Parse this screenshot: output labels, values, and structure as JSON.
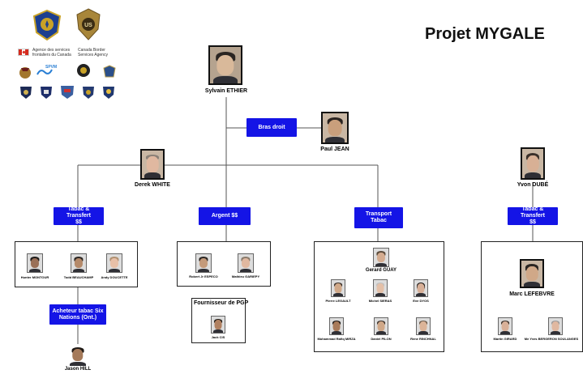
{
  "title": "Projet MYGALE",
  "agencies": {
    "cbsa_fr": "Agence des services frontaliers du Canada",
    "cbsa_en": "Canada Border Services Agency",
    "spvm": "SPVM"
  },
  "people": {
    "boss": "Sylvain ETHIER",
    "right_hand": "Paul JEAN",
    "derek": "Derek WHITE",
    "yvon": "Yvon DUBÉ",
    "jason": "Jason HILL",
    "gerard": "Gerard GUAY",
    "marc": "Marc LEFEBVRE"
  },
  "labels": {
    "bras_droit": "Bras droit",
    "tabac_transfert_1": "Tabac & Transfert $$",
    "argent": "Argent $$",
    "transport_tabac": "Transport Tabac",
    "tabac_transfert_2": "Tabac & Transfert $$",
    "acheteur": "Acheteur tabac Six Nations (Ont.)"
  },
  "groups": {
    "group1": [
      "Hunter MONTOUR",
      "Todd BEAUCHAMP",
      "Andy DOUCETTE"
    ],
    "group2": [
      "Robert Jr ESPECO",
      "Mathieu GARIEPY"
    ],
    "fournisseur_title": "Fournisseur de PGP",
    "fournisseur": [
      "Jack CIS"
    ],
    "group3_row1": [
      "Pierre LEGAULT",
      "Michel SIERAS",
      "Eve DYOS"
    ],
    "group3_row2": [
      "Mohammad Rafiq MIRZA",
      "Daniel PILON",
      "Rene RINCHNAL"
    ],
    "group4": [
      "Martin GIRARD",
      "Me Yves BERGERON SOULANGES"
    ]
  },
  "colors": {
    "label_blue": "#1414e6",
    "line": "#555555"
  }
}
